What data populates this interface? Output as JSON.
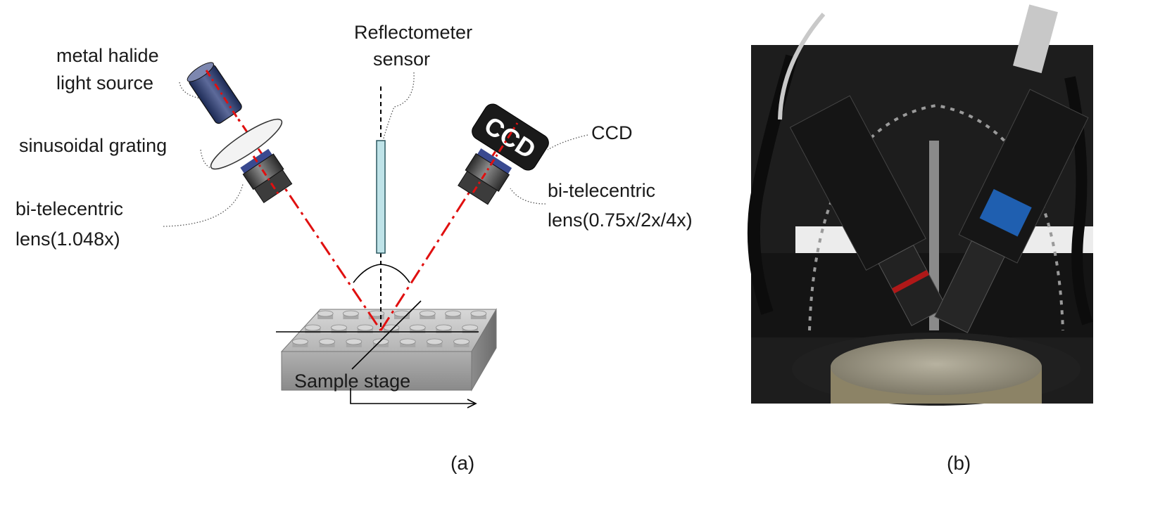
{
  "diagram": {
    "labels": {
      "light_source_line1": "metal halide",
      "light_source_line2": "light source",
      "grating": "sinusoidal grating",
      "lens_left_line1": "bi-telecentric",
      "lens_left_line2": "lens(1.048x)",
      "sensor_line1": "Reflectometer",
      "sensor_line2": "sensor",
      "ccd": "CCD",
      "ccd_body": "CCD",
      "lens_right_line1": "bi-telecentric",
      "lens_right_line2": "lens(0.75x/2x/4x)",
      "stage": "Sample stage"
    },
    "captions": {
      "a": "(a)",
      "b": "(b)"
    },
    "colors": {
      "beam": "#e01010",
      "sensor_tube": "#bfe3e8",
      "stage_top": "#c8c8c8",
      "stage_side": "#9a9a9a"
    }
  }
}
